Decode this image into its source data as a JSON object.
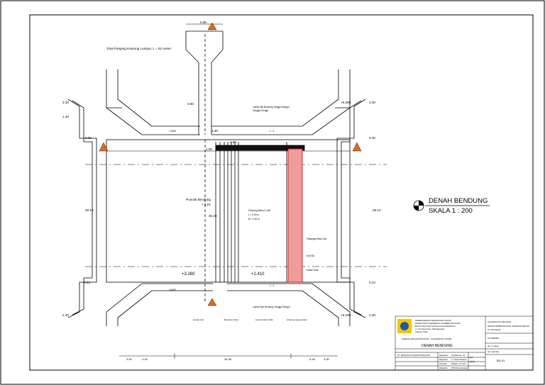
{
  "drawing": {
    "heading": "DENAH BENDUNG",
    "scale": "SKALA 1 : 200",
    "note_total_length": "Total Panjang Kantong Lumpur, L = 62 meter",
    "labels": {
      "lantai_hilir_top": "Lantai Hilir Bendung Tanggul Bungur",
      "lantai_hilir_bottom": "Tanggul Sungai",
      "lantai_hulu_bottom": "Lantai Hulu Bendung Tanggul Bungur",
      "puncak_bendung": "Puncak Bendung",
      "puncak_value": "+ 5.01",
      "pasangan_batu_kali": "Pasangan Batu Kali",
      "end_sill": "End Sill",
      "kolam_olak": "Kolam Olak",
      "pancang_note_1": "Pancang Beton K-200",
      "pancang_note_2": "L = 5.00 m",
      "pancang_note_3": "Ø = 0.20 m",
      "lantai_hulu": "Lantai Hulu",
      "bendung_karet": "Bendung Karet",
      "lantai_kolam_olak": "Lantai Kolam Olak",
      "ambang_ujung": "Ambang Ujung Kolam"
    },
    "dimensions": {
      "top_width": "0.50",
      "d_060": "0.60",
      "d_230_a": "2.30",
      "d_150": "1.50",
      "d_100": "1.00",
      "d_2530": "25.30",
      "d_2810_left": "28.10",
      "d_2810_right": "28.10",
      "d_230_left": "2.30",
      "d_134_left": "1.34",
      "d_030_left": "0.30",
      "d_230_right": "2.30",
      "d_030_right": "0.30",
      "d_034_left": "0.34",
      "d_034_right": "0.34",
      "d_230_bl": "2.30",
      "d_230_br": "2.30",
      "elev_5290_top": "+5.290",
      "elev_5290_bot": "+5.290",
      "elev_3260": "+3.260",
      "elev_2410": "+2.410",
      "elev_small_1": "+4.659",
      "elev_small_2": "+4.659",
      "bottom_300": "3.00",
      "bottom_434_l": "4.34",
      "bottom_2836": "28.36",
      "bottom_434_r": "4.34",
      "bottom_300_r": "3.00",
      "slope_top": "1 : 2",
      "slope_bot": "1 : 2"
    }
  },
  "title_block": {
    "agency_1": "KEMENTERIAN PEKERJAAN UMUM",
    "agency_2": "DIREKTORAT JENDERAL SUMBER DAYA AIR",
    "agency_3": "BALAI WILAYAH SUNGAI KALIMANTAN II",
    "agency_4": "Jl. Tumbang Kuroi, Palangkaraya",
    "agency_5": "Kalteng 73111",
    "project": "DAERAH IRIGASI BUNGUR - KALIMANTAN TIMUR",
    "sheet_title": "DENAH BENDUNG",
    "consultant": "PT. RENCANA UTAMA KONSULTAN",
    "rows": [
      {
        "k": "Digambar",
        "v": "Ali Rahman, ST"
      },
      {
        "k": "Diperiksa",
        "v": "Ir. Yohan Rivandi"
      },
      {
        "k": "Disetujui",
        "v": "Suharto, ST, MT"
      },
      {
        "k": "Diketahui",
        "v": "PPK Perencanaan"
      }
    ],
    "right_1": "KALIMANTAN SELATAN",
    "right_2": "DESAIN PEMBANGUNAN JARINGAN IRIGASI",
    "right_3": "D.I. BUNGUR",
    "right_4": "KOTABARU",
    "right_5": "No. Lembar",
    "right_6": "No. Gambar",
    "sheet_no": "BD-01",
    "date": "2018",
    "sheet_count": "1/4"
  }
}
